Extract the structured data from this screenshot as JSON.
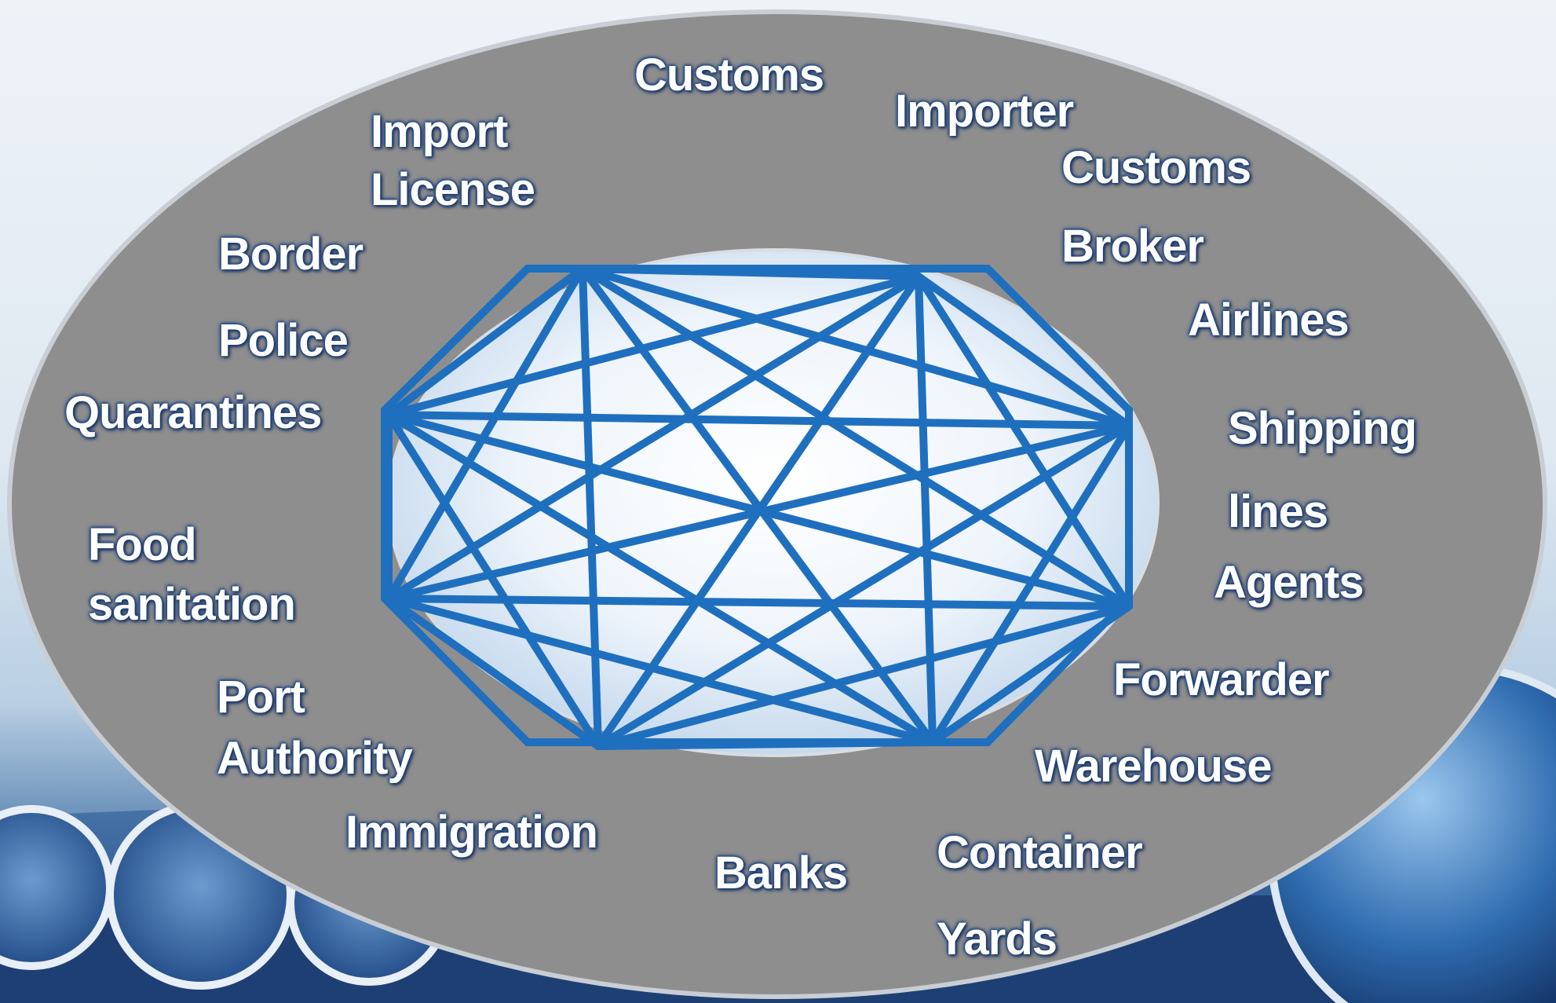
{
  "diagram": {
    "labels": {
      "customs_top": "Customs",
      "importer": "Importer",
      "customs_broker_line1": "Customs",
      "customs_broker_line2": "Broker",
      "airlines": "Airlines",
      "shipping_line1": "Shipping",
      "shipping_line2": "lines",
      "agents": "Agents",
      "forwarder": "Forwarder",
      "warehouse": "Warehouse",
      "container_line1": "Container",
      "container_line2": "Yards",
      "banks": "Banks",
      "immigration": "Immigration",
      "port_line1": "Port",
      "port_line2": "Authority",
      "food_line1": "Food",
      "food_line2": "sanitation",
      "quarantines": "Quarantines",
      "police": "Police",
      "border": "Border",
      "import_license_line1": "Import",
      "import_license_line2": "License"
    },
    "network_nodes": [
      "node-top-left",
      "node-top-right",
      "node-right-upper",
      "node-right-lower",
      "node-bottom-right",
      "node-bottom-left",
      "node-left-lower",
      "node-left-upper"
    ],
    "colors": {
      "ellipse_fill": "#8e8e8e",
      "network_line": "#1f6fbf",
      "label_text": "#ffffff",
      "label_glow": "#1c3f78"
    }
  }
}
